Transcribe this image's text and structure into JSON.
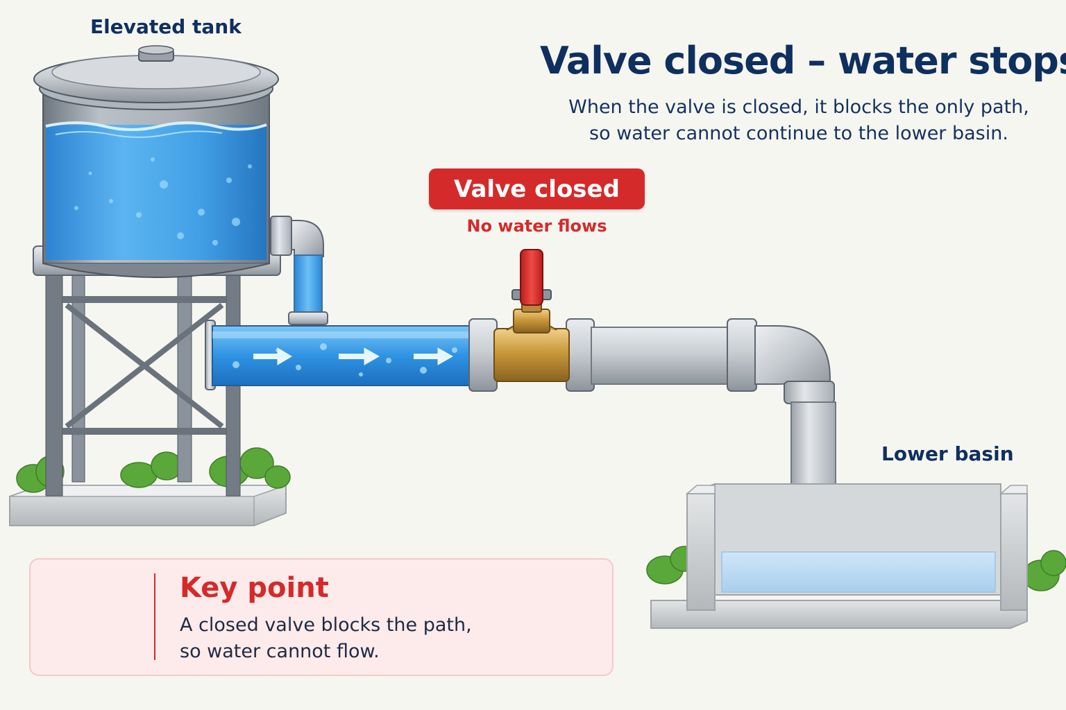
{
  "diagram": {
    "title": "Valve closed – water stops",
    "subtitle": "When the valve is closed, it blocks the only path, so water cannot continue to the lower basin.",
    "tank_label": "Elevated tank",
    "basin_label": "Lower basin",
    "valve_badge": "Valve closed",
    "valve_status": "No water flows",
    "valve_state": "closed",
    "flow_arrow_icon": "arrow-right-icon",
    "key_point": {
      "icon": "x-circle-icon",
      "title": "Key point",
      "line1": "A closed valve blocks the path,",
      "line2": "so water cannot flow."
    },
    "colors": {
      "water": "#3a9be6",
      "valve_handle": "#d52a2a",
      "valve_body": "#c89a3a",
      "pipe_dry": "#c9cdd1",
      "title": "#0f2f5f",
      "alert": "#d52a2a"
    }
  }
}
